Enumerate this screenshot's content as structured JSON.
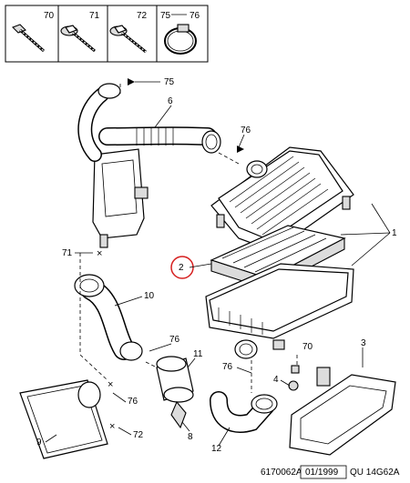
{
  "legend": {
    "items": [
      {
        "label": "70",
        "icon": "bolt-icon"
      },
      {
        "label": "71",
        "icon": "bolt-washer-icon"
      },
      {
        "label": "72",
        "icon": "bolt-flange-icon"
      },
      {
        "label": "75",
        "icon": "hose-clamp-icon"
      },
      {
        "label": "76",
        "icon": "hose-clamp-icon"
      }
    ]
  },
  "callouts": {
    "c75": "75",
    "c6": "6",
    "c76_top": "76",
    "c1": "1",
    "c2": "2",
    "c71": "71",
    "c10": "10",
    "c76_mid": "76",
    "c11": "11",
    "c70": "70",
    "c3": "3",
    "c76_left": "76",
    "c76_center": "76",
    "c4": "4",
    "c9": "9",
    "c72": "72",
    "c8": "8",
    "c12": "12"
  },
  "highlight": {
    "color": "#d62020"
  },
  "footer": {
    "ref": "6170062A",
    "date": "01/1999",
    "code": "QU 14G62A"
  }
}
